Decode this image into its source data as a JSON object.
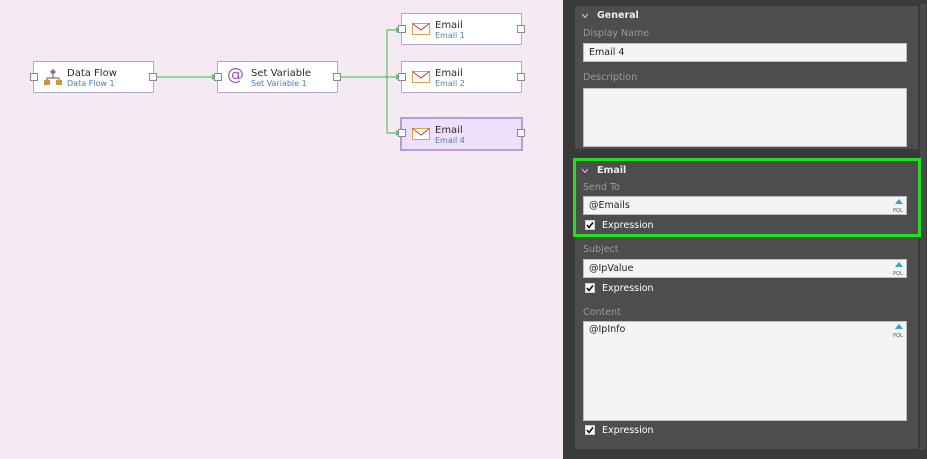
{
  "canvas": {
    "nodes": [
      {
        "title": "Data Flow",
        "subtitle": "Data Flow 1",
        "icon": "data-flow-icon"
      },
      {
        "title": "Set Variable",
        "subtitle": "Set Variable 1",
        "icon": "at-sign-icon"
      },
      {
        "title": "Email",
        "subtitle": "Email 1",
        "icon": "envelope-icon"
      },
      {
        "title": "Email",
        "subtitle": "Email 2",
        "icon": "envelope-icon"
      },
      {
        "title": "Email",
        "subtitle": "Email 4",
        "icon": "envelope-icon",
        "selected": true
      }
    ]
  },
  "panel": {
    "general": {
      "header": "General",
      "display_name_label": "Display Name",
      "display_name_value": "Email 4",
      "description_label": "Description",
      "description_value": ""
    },
    "email": {
      "header": "Email",
      "send_to_label": "Send To",
      "send_to_value": "@Emails",
      "send_to_expression_label": "Expression",
      "subject_label": "Subject",
      "subject_value": "@IpValue",
      "subject_expression_label": "Expression",
      "content_label": "Content",
      "content_value": "@IpInfo",
      "content_expression_label": "Expression"
    },
    "pql_badge_icon": "pql-expression-icon"
  },
  "colors": {
    "canvas_bg": "#f5eaf2",
    "panel_bg": "#3a3a3a",
    "group_bg": "#4d4d4d",
    "highlight": "#22dd22",
    "wire": "#56c36b",
    "subtitle": "#4a7fb5"
  }
}
